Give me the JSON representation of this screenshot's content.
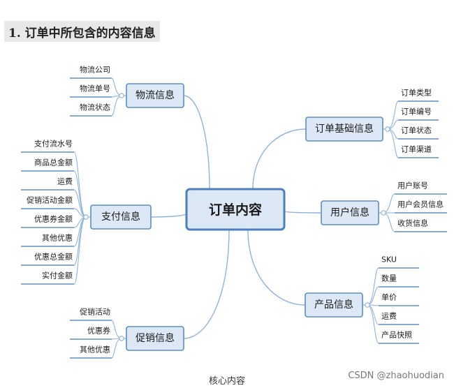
{
  "heading": "1. 订单中所包含的内容信息",
  "caption": "核心内容",
  "watermark": "CSDN @zhaohuodian",
  "mindmap": {
    "center": "订单内容",
    "branches": [
      {
        "key": "logistics",
        "label": "物流信息",
        "items": [
          "物流公司",
          "物流单号",
          "物流状态"
        ]
      },
      {
        "key": "payment",
        "label": "支付信息",
        "items": [
          "支付流水号",
          "商品总金额",
          "运费",
          "促销活动金额",
          "优惠券金额",
          "其他优惠",
          "优惠总金额",
          "实付金额"
        ]
      },
      {
        "key": "promotion",
        "label": "促销信息",
        "items": [
          "促销活动",
          "优惠券",
          "其他优惠"
        ]
      },
      {
        "key": "basic",
        "label": "订单基础信息",
        "items": [
          "订单类型",
          "订单编号",
          "订单状态",
          "订单渠道"
        ]
      },
      {
        "key": "user",
        "label": "用户信息",
        "items": [
          "用户账号",
          "用户会员信息",
          "收货信息"
        ]
      },
      {
        "key": "product",
        "label": "产品信息",
        "items": [
          "SKU",
          "数量",
          "单价",
          "运费",
          "产品快照"
        ]
      }
    ]
  },
  "colors": {
    "node_fill": "#dce8f6",
    "node_stroke": "#5b8dc8",
    "center_fill": "#dce8f6",
    "center_stroke": "#4a7fc0",
    "link": "#8fb3db",
    "underline": "#5b8dc8"
  }
}
